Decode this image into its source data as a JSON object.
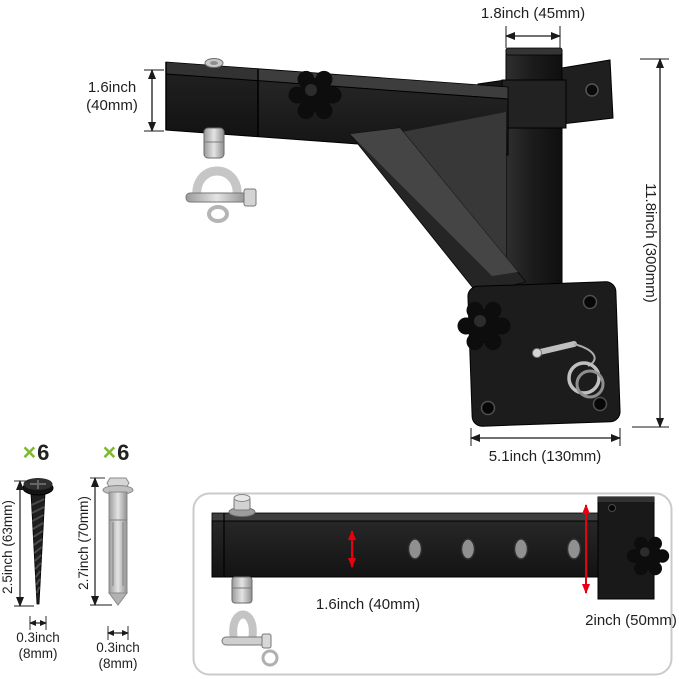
{
  "main_dimensions": {
    "top": "1.8inch (45mm)",
    "left": "1.6inch (40mm)",
    "right": "11.8inch (300mm)",
    "bottom": "5.1inch (130mm)"
  },
  "hardware": {
    "screw": {
      "count_symbol": "×",
      "count_value": "6",
      "length": "2.5inch (63mm)",
      "diameter": "0.3inch (8mm)"
    },
    "anchor": {
      "count_symbol": "×",
      "count_value": "6",
      "length": "2.7inch (70mm)",
      "diameter": "0.3inch (8mm)"
    }
  },
  "detail_view": {
    "beam_height": "1.6inch (40mm)",
    "post_size": "2inch (50mm)"
  },
  "colors": {
    "count_green": "#7cb92e",
    "dimension_black": "#1a1a1a",
    "dimension_red": "#e8000f",
    "bracket_black": "#1c1c1c",
    "panel_border": "#cbcbcb",
    "metal_silver": "#c4c4c4"
  }
}
